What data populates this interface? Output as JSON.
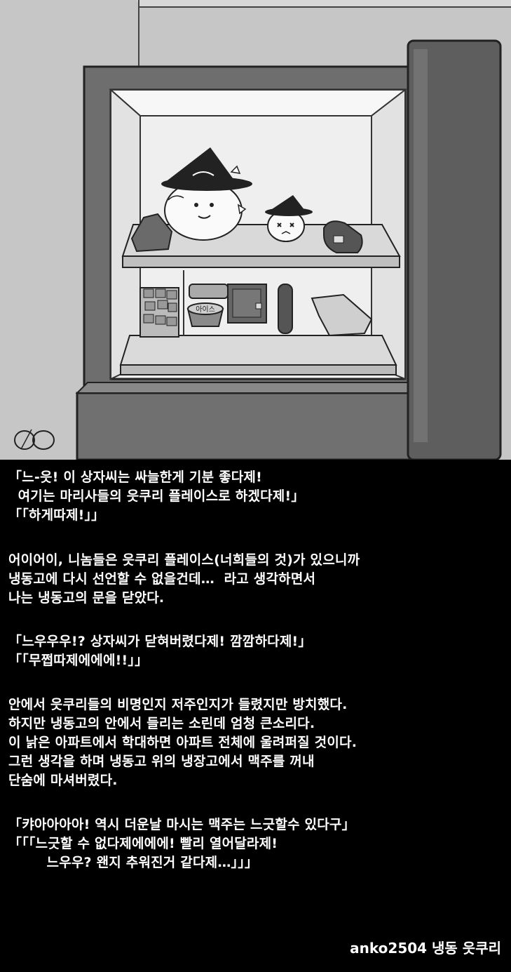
{
  "illustration": {
    "ice_label": "아이스"
  },
  "story": {
    "lines": [
      "「느-읏! 이 상자씨는 싸늘한게 기분 좋다제!",
      "  여기는 마리사들의 읏쿠리 플레이스로 하겠다제!」",
      "「「하게따제!」」",
      "어이어이, 니놈들은 읏쿠리 플레이스(너희들의 것)가 있으니까",
      "냉동고에 다시 선언할 수 없을건데…  라고 생각하면서",
      "나는 냉동고의 문을 닫았다.",
      "「느우우우!? 상자씨가 닫혀버렸다제! 깜깜하다제!」",
      "「「무쩝따제에에에!!」」",
      "안에서 읏쿠리들의 비명인지 저주인지가 들렸지만 방치했다.",
      "하지만 냉동고의 안에서 들리는 소린데 엄청 큰소리다.",
      "이 낡은 아파트에서 학대하면 아파트 전체에 울려퍼질 것이다.",
      "그런 생각을 하며 냉동고 위의 냉장고에서 맥주를 꺼내",
      "단숨에 마셔버렸다.",
      "「캬아아아아! 역시 더운날 마시는 맥주는 느긋할수 있다구」",
      "「「「느긋할 수 없다제에에에! 빨리 열어달라제!",
      "        느우우? 왠지 추워진거 같다제…」」」"
    ],
    "credit": "anko2504 냉동 읏쿠리"
  }
}
